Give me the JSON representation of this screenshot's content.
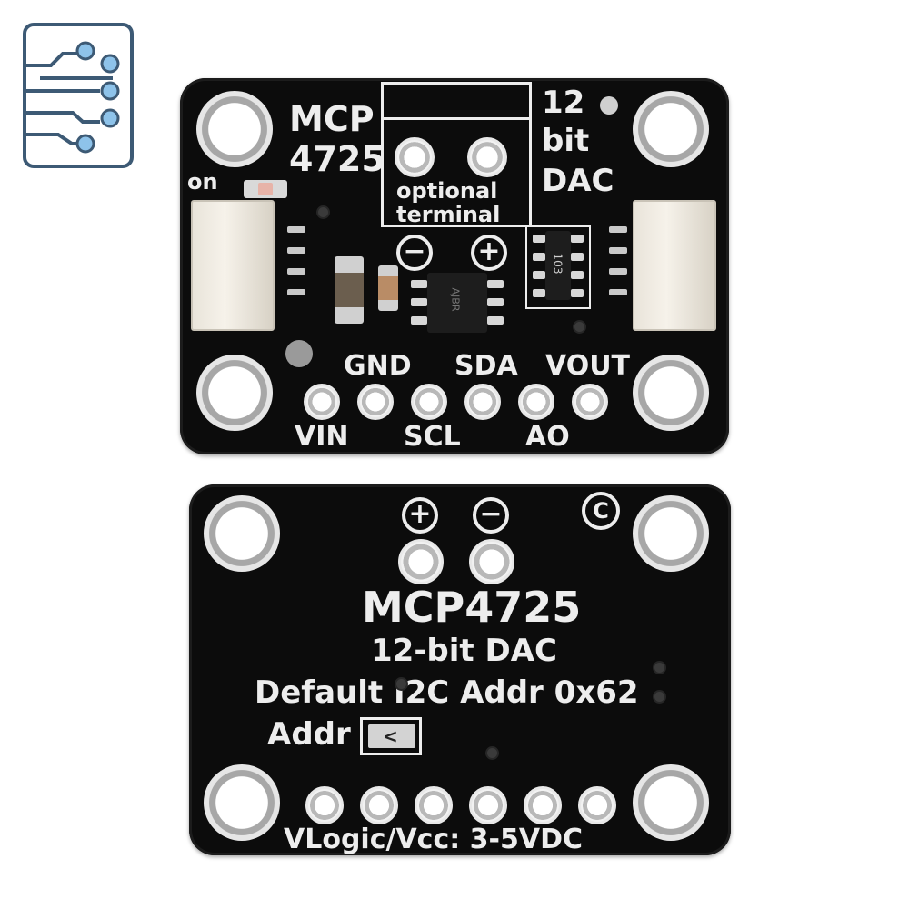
{
  "front": {
    "title_line1": "MCP",
    "title_line2": "4725",
    "right_line1": "12",
    "right_line2": "bit",
    "right_line3": "DAC",
    "terminal_line1": "optional",
    "terminal_line2": "terminal",
    "on_label": "on",
    "minus": "−",
    "plus": "+",
    "chip_marking": "103",
    "ic_marking": "AJBR",
    "pins_top": [
      "GND",
      "SDA",
      "VOUT"
    ],
    "pins_bottom": [
      "VIN",
      "SCL",
      "AO"
    ]
  },
  "back": {
    "plus": "+",
    "minus": "−",
    "copyright": "C",
    "title": "MCP4725",
    "subtitle": "12-bit DAC",
    "address_line": "Default I2C Addr 0x62",
    "addr_label": "Addr",
    "voltage_line": "VLogic/Vcc: 3-5VDC"
  },
  "colors": {
    "pcb": "#0c0c0c",
    "silkscreen": "#ededed",
    "logo_stroke": "#3d5a75",
    "logo_node": "#8ec3ea"
  }
}
